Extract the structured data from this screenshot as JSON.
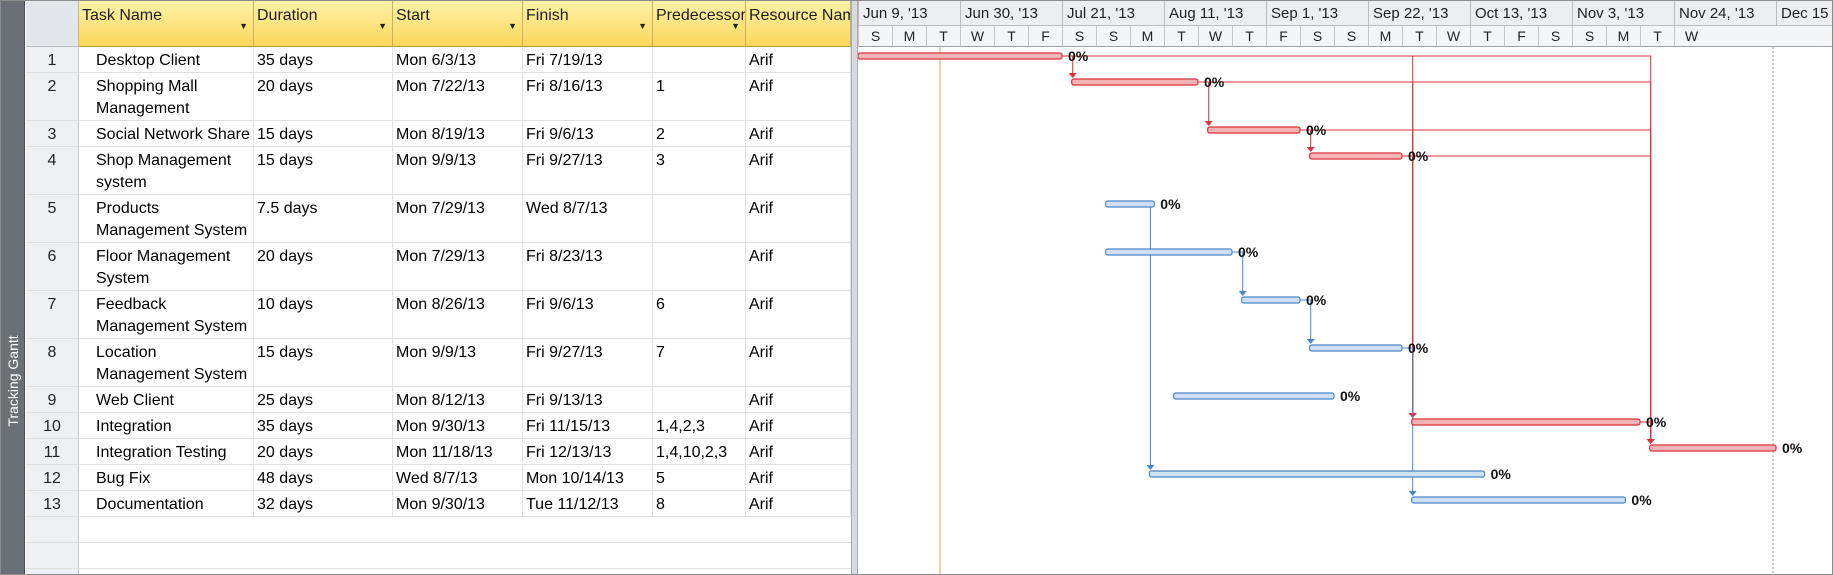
{
  "view": {
    "label": "Tracking Gantt"
  },
  "columns": {
    "task_name": "Task Name",
    "duration": "Duration",
    "start": "Start",
    "finish": "Finish",
    "predecessors": "Predecessors",
    "resource_names": "Resource Names"
  },
  "timescale": {
    "major": [
      "Jun 9, '13",
      "Jun 30, '13",
      "Jul 21, '13",
      "Aug 11, '13",
      "Sep 1, '13",
      "Sep 22, '13",
      "Oct 13, '13",
      "Nov 3, '13",
      "Nov 24, '13",
      "Dec 15"
    ],
    "minor": [
      "S",
      "M",
      "T",
      "W",
      "T",
      "F",
      "S",
      "S",
      "M",
      "T",
      "W",
      "T",
      "F",
      "S",
      "S",
      "M",
      "T",
      "W",
      "T",
      "F",
      "S",
      "S",
      "M",
      "T",
      "W"
    ]
  },
  "tasks": [
    {
      "id": "1",
      "name": "Desktop Client",
      "name2": "",
      "duration": "35 days",
      "start": "Mon 6/3/13",
      "finish": "Fri 7/19/13",
      "predecessors": "",
      "resource": "Arif",
      "progress": "0%",
      "color": "red"
    },
    {
      "id": "2",
      "name": "Shopping Mall",
      "name2": "Management",
      "duration": "20 days",
      "start": "Mon 7/22/13",
      "finish": "Fri 8/16/13",
      "predecessors": "1",
      "resource": "Arif",
      "progress": "0%",
      "color": "red"
    },
    {
      "id": "3",
      "name": "Social Network Share",
      "name2": "",
      "duration": "15 days",
      "start": "Mon 8/19/13",
      "finish": "Fri 9/6/13",
      "predecessors": "2",
      "resource": "Arif",
      "progress": "0%",
      "color": "red"
    },
    {
      "id": "4",
      "name": "Shop Management",
      "name2": "system",
      "duration": "15 days",
      "start": "Mon 9/9/13",
      "finish": "Fri 9/27/13",
      "predecessors": "3",
      "resource": "Arif",
      "progress": "0%",
      "color": "red"
    },
    {
      "id": "5",
      "name": "Products",
      "name2": "Management System",
      "duration": "7.5 days",
      "start": "Mon 7/29/13",
      "finish": "Wed 8/7/13",
      "predecessors": "",
      "resource": "Arif",
      "progress": "0%",
      "color": "blue"
    },
    {
      "id": "6",
      "name": "Floor Management",
      "name2": "System",
      "duration": "20 days",
      "start": "Mon 7/29/13",
      "finish": "Fri 8/23/13",
      "predecessors": "",
      "resource": "Arif",
      "progress": "0%",
      "color": "blue"
    },
    {
      "id": "7",
      "name": "Feedback",
      "name2": "Management System",
      "duration": "10 days",
      "start": "Mon 8/26/13",
      "finish": "Fri 9/6/13",
      "predecessors": "6",
      "resource": "Arif",
      "progress": "0%",
      "color": "blue"
    },
    {
      "id": "8",
      "name": "Location",
      "name2": "Management System",
      "duration": "15 days",
      "start": "Mon 9/9/13",
      "finish": "Fri 9/27/13",
      "predecessors": "7",
      "resource": "Arif",
      "progress": "0%",
      "color": "blue"
    },
    {
      "id": "9",
      "name": "Web Client",
      "name2": "",
      "duration": "25 days",
      "start": "Mon 8/12/13",
      "finish": "Fri 9/13/13",
      "predecessors": "",
      "resource": "Arif",
      "progress": "0%",
      "color": "blue"
    },
    {
      "id": "10",
      "name": "Integration",
      "name2": "",
      "duration": "35 days",
      "start": "Mon 9/30/13",
      "finish": "Fri 11/15/13",
      "predecessors": "1,4,2,3",
      "resource": "Arif",
      "progress": "0%",
      "color": "red"
    },
    {
      "id": "11",
      "name": "Integration Testing",
      "name2": "",
      "duration": "20 days",
      "start": "Mon 11/18/13",
      "finish": "Fri 12/13/13",
      "predecessors": "1,4,10,2,3",
      "resource": "Arif",
      "progress": "0%",
      "color": "red"
    },
    {
      "id": "12",
      "name": "Bug Fix",
      "name2": "",
      "duration": "48 days",
      "start": "Wed 8/7/13",
      "finish": "Mon 10/14/13",
      "predecessors": "5",
      "resource": "Arif",
      "progress": "0%",
      "color": "blue"
    },
    {
      "id": "13",
      "name": "Documentation",
      "name2": "",
      "duration": "32 days",
      "start": "Mon 9/30/13",
      "finish": "Tue 11/12/13",
      "predecessors": "8",
      "resource": "Arif",
      "progress": "0%",
      "color": "blue"
    }
  ],
  "colors": {
    "critical": "#d9313a",
    "noncritical": "#4a86c8",
    "header_bg": "#fbd75b",
    "today_line": "#e0a050"
  }
}
